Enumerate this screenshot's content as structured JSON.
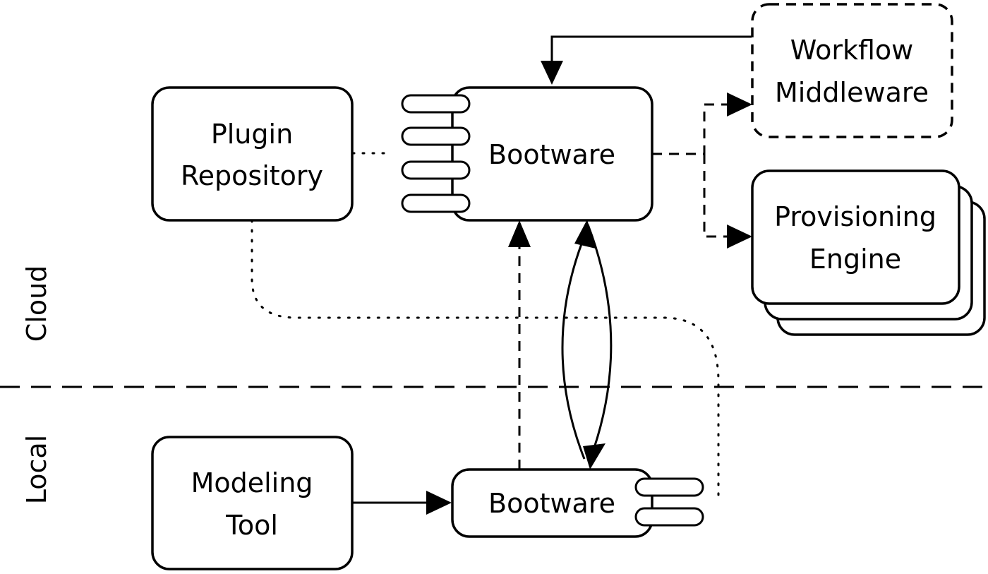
{
  "zones": {
    "cloud": "Cloud",
    "local": "Local"
  },
  "nodes": {
    "plugin_repository": [
      "Plugin",
      "Repository"
    ],
    "bootware_cloud": "Bootware",
    "workflow_middleware": [
      "Workflow",
      "Middleware"
    ],
    "provisioning_engine": [
      "Provisioning",
      "Engine"
    ],
    "modeling_tool": [
      "Modeling",
      "Tool"
    ],
    "bootware_local": "Bootware"
  },
  "colors": {
    "stroke": "#000000",
    "background": "#ffffff"
  }
}
